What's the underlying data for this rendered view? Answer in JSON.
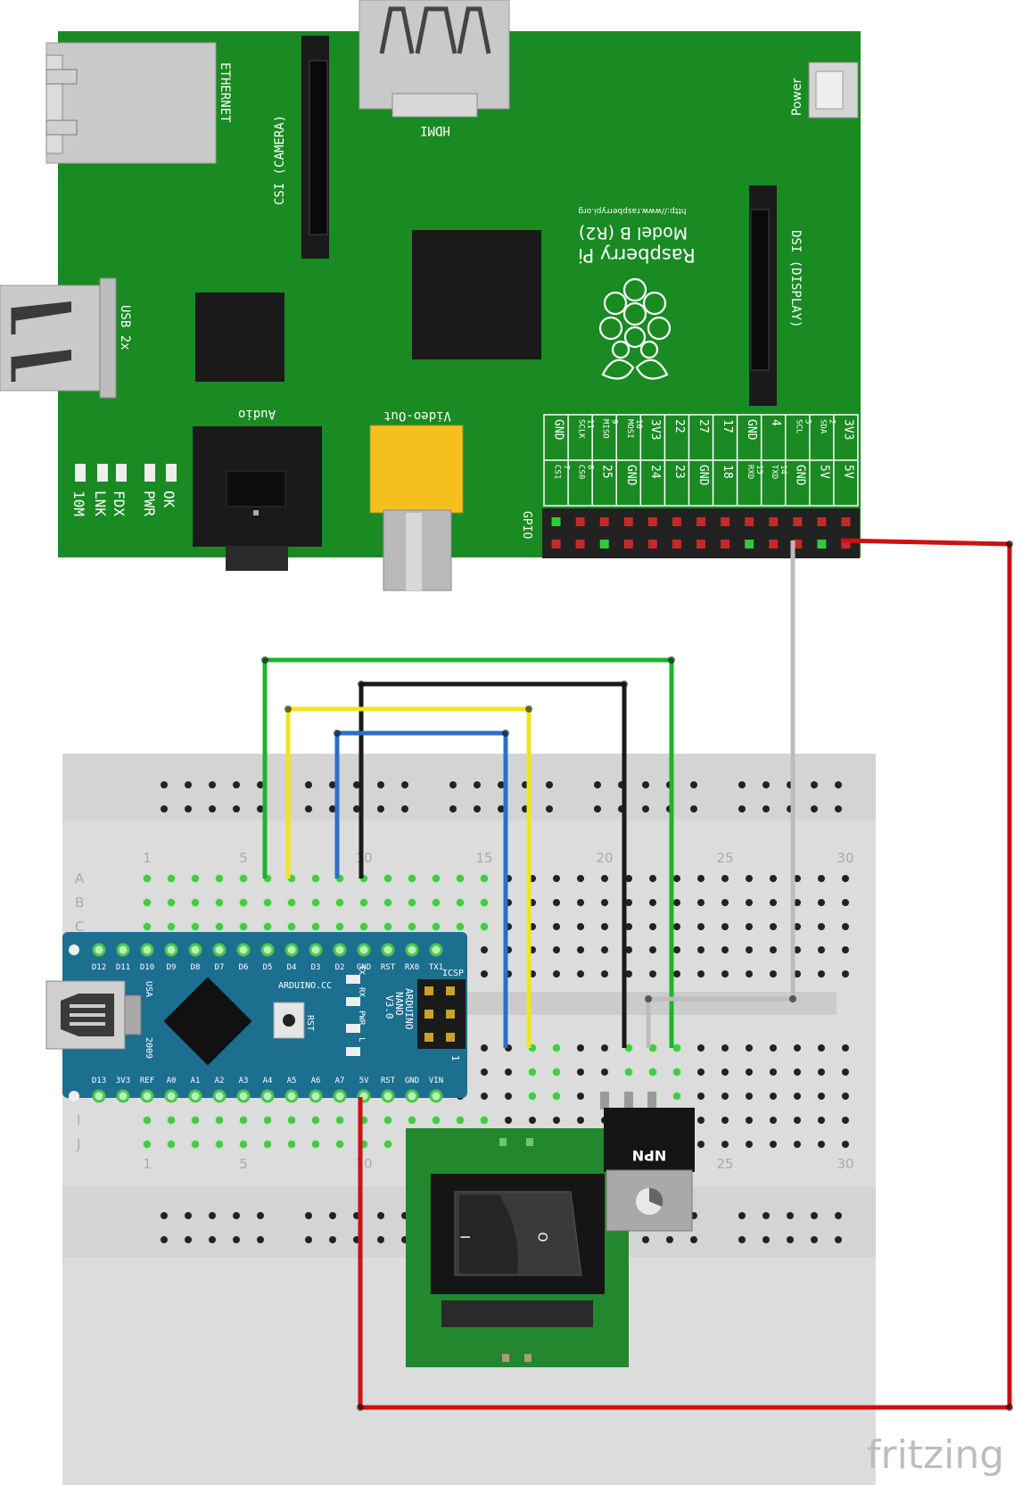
{
  "raspberry_pi": {
    "title": "Raspberry Pi",
    "model": "Model B (R2)",
    "url": "http://www.raspberrypi.org",
    "labels": {
      "ethernet": "ETHERNET",
      "csi": "CSI (CAMERA)",
      "hdmi": "HDMI",
      "power": "Power",
      "usb": "USB 2x",
      "dsi": "DSI (DISPLAY)",
      "audio": "Audio",
      "video": "Video-Out",
      "gpio": "GPIO"
    },
    "leds": [
      "OK",
      "PWR",
      "FDX",
      "LNK",
      "10M"
    ],
    "gpio_top": [
      {
        "main": "3V3",
        "sub": ""
      },
      {
        "main": "SDA",
        "sub": "2"
      },
      {
        "main": "SCL",
        "sub": "3"
      },
      {
        "main": "4",
        "sub": ""
      },
      {
        "main": "GND",
        "sub": ""
      },
      {
        "main": "17",
        "sub": ""
      },
      {
        "main": "27",
        "sub": ""
      },
      {
        "main": "22",
        "sub": ""
      },
      {
        "main": "3V3",
        "sub": ""
      },
      {
        "main": "MOSI",
        "sub": "10"
      },
      {
        "main": "MISO",
        "sub": "9"
      },
      {
        "main": "SCLK",
        "sub": "11"
      },
      {
        "main": "GND",
        "sub": ""
      }
    ],
    "gpio_bottom": [
      {
        "main": "5V",
        "sub": ""
      },
      {
        "main": "5V",
        "sub": ""
      },
      {
        "main": "GND",
        "sub": ""
      },
      {
        "main": "TXD",
        "sub": "14"
      },
      {
        "main": "RXD",
        "sub": "15"
      },
      {
        "main": "18",
        "sub": ""
      },
      {
        "main": "GND",
        "sub": ""
      },
      {
        "main": "23",
        "sub": ""
      },
      {
        "main": "24",
        "sub": ""
      },
      {
        "main": "GND",
        "sub": ""
      },
      {
        "main": "25",
        "sub": ""
      },
      {
        "main": "CS0",
        "sub": "8"
      },
      {
        "main": "CS1",
        "sub": "7"
      }
    ]
  },
  "breadboard": {
    "column_numbers": [
      "1",
      "5",
      "10",
      "15",
      "20",
      "25",
      "30"
    ],
    "row_letters_top": [
      "A",
      "B",
      "C"
    ],
    "row_letters_bottom": [
      "I",
      "J"
    ]
  },
  "arduino": {
    "top_pins": [
      "D12",
      "D11",
      "D10",
      "D9",
      "D8",
      "D7",
      "D6",
      "D5",
      "D4",
      "D3",
      "D2",
      "GND",
      "RST",
      "RX0",
      "TX1"
    ],
    "bottom_pins": [
      "D13",
      "3V3",
      "REF",
      "A0",
      "A1",
      "A2",
      "A3",
      "A4",
      "A5",
      "A6",
      "A7",
      "5V",
      "RST",
      "GND",
      "VIN"
    ],
    "brand": "ARDUINO.CC",
    "name_lines": [
      "ARDUINO",
      "NANO",
      "V3.0"
    ],
    "usa": "USA",
    "year": "2009",
    "rst": "RST",
    "icsp": "ICSP",
    "led_labels": [
      "TX",
      "RX",
      "PWR",
      "L"
    ],
    "icsp_pin": "1"
  },
  "transistor": {
    "label": "NPN"
  },
  "switch": {
    "on_symbol": "I",
    "off_symbol": "O"
  },
  "watermark": "fritzing",
  "colors": {
    "pcb": "#1a8a23",
    "wire_red": "#cc1111",
    "wire_green": "#1bb52a",
    "wire_yellow": "#f2e41c",
    "wire_blue": "#2a6fc9",
    "wire_black": "#1a1a1a",
    "wire_white": "#bcbcbc",
    "arduino": "#1c6f8f"
  }
}
